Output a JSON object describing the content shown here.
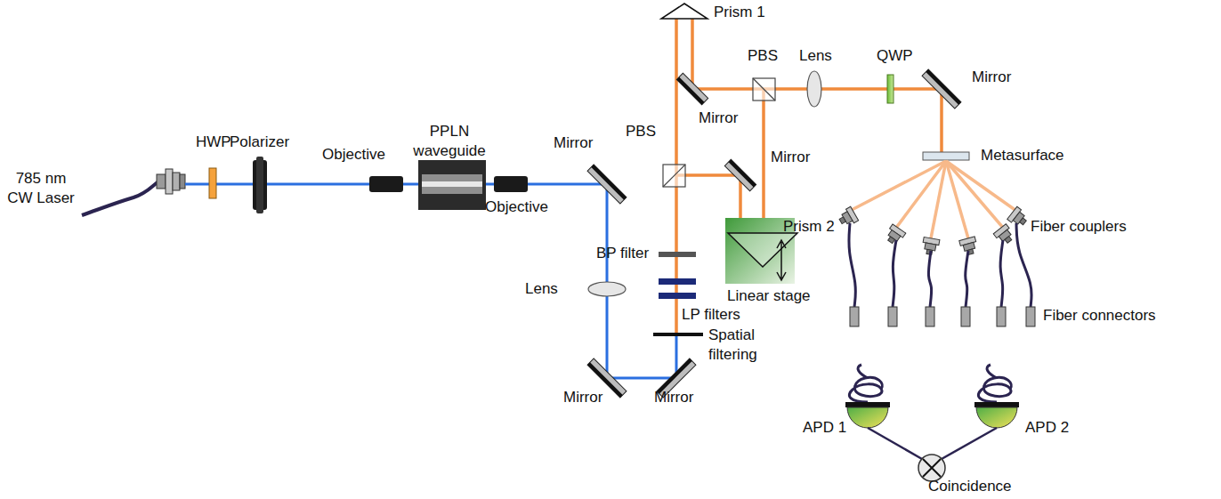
{
  "diagram": {
    "labels": [
      "785 nm CW Laser",
      "HWP",
      "Polarizer",
      "Objective",
      "PPLN waveguide",
      "Objective",
      "Mirror",
      "Lens",
      "Mirror",
      "Mirror",
      "BP filter",
      "LP filters",
      "Spatial filtering",
      "PBS",
      "Mirror",
      "Prism 2",
      "Linear stage",
      "Prism 1",
      "Mirror",
      "PBS",
      "Lens",
      "QWP",
      "Mirror",
      "Metasurface",
      "Fiber couplers",
      "Fiber connectors",
      "APD 1",
      "APD 2",
      "Coincidence"
    ]
  }
}
